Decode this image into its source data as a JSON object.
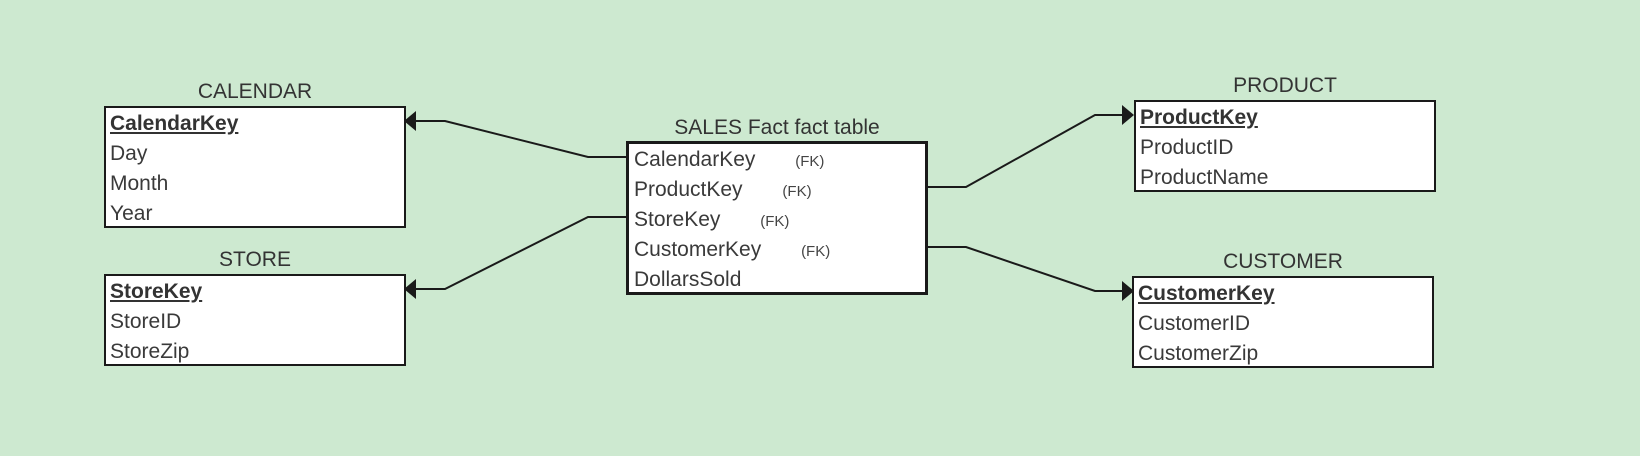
{
  "diagram": {
    "background_color": "#cde9d0",
    "line_color": "#1a1a1a",
    "fact": {
      "title": "SALES Fact fact table",
      "fields": [
        {
          "name": "CalendarKey",
          "tag": "(FK)"
        },
        {
          "name": "ProductKey",
          "tag": "(FK)"
        },
        {
          "name": "StoreKey",
          "tag": "(FK)"
        },
        {
          "name": "CustomerKey",
          "tag": "(FK)"
        },
        {
          "name": "DollarsSold",
          "tag": ""
        }
      ]
    },
    "calendar": {
      "title": "CALENDAR",
      "key": "CalendarKey",
      "fields": [
        "Day",
        "Month",
        "Year"
      ]
    },
    "store": {
      "title": "STORE",
      "key": "StoreKey",
      "fields": [
        "StoreID",
        "StoreZip"
      ]
    },
    "product": {
      "title": "PRODUCT",
      "key": "ProductKey",
      "fields": [
        "ProductID",
        "ProductName"
      ]
    },
    "customer": {
      "title": "CUSTOMER",
      "key": "CustomerKey",
      "fields": [
        "CustomerID",
        "CustomerZip"
      ]
    },
    "relationships": [
      {
        "from": "fact.CalendarKey",
        "to": "calendar.CalendarKey"
      },
      {
        "from": "fact.ProductKey",
        "to": "product.ProductKey"
      },
      {
        "from": "fact.StoreKey",
        "to": "store.StoreKey"
      },
      {
        "from": "fact.CustomerKey",
        "to": "customer.CustomerKey"
      }
    ]
  }
}
